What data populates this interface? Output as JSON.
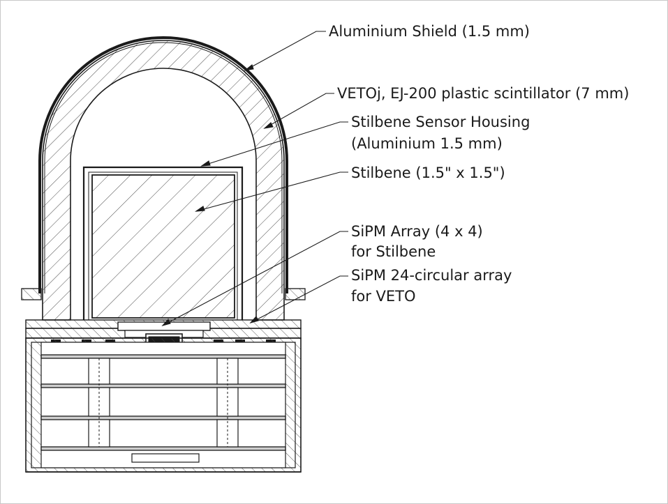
{
  "labels": {
    "shield": "Aluminium Shield (1.5 mm)",
    "veto": "VETOj, EJ-200 plastic scintillator (7 mm)",
    "housing_line1": "Stilbene Sensor Housing",
    "housing_line2": "(Aluminium 1.5 mm)",
    "stilbene": "Stilbene (1.5\" x 1.5\")",
    "sipm_array_line1": "SiPM Array (4 x 4)",
    "sipm_array_line2": "for Stilbene",
    "sipm_circ_line1": "SiPM 24-circular array",
    "sipm_circ_line2": "for VETO"
  },
  "colors": {
    "stroke": "#1a1a1a",
    "hatch": "#4a4a4a",
    "background": "#ffffff"
  }
}
